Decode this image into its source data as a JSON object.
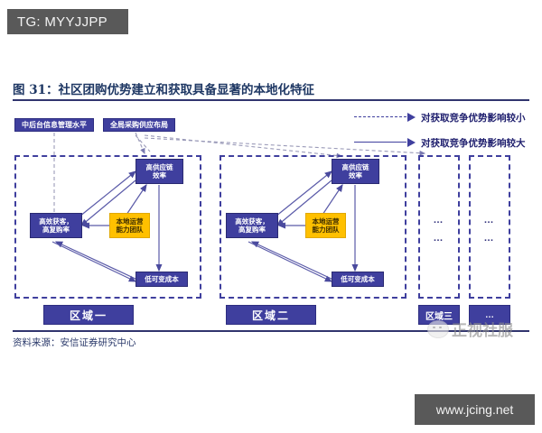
{
  "overlay": {
    "tg_badge": "TG: MYYJJPP",
    "url_badge": "www.jcing.net"
  },
  "figure": {
    "title": "图 31：社区团购优势建立和获取具备显著的本地化特征",
    "source": "资料来源：安信证券研究中心"
  },
  "legend": {
    "items": [
      {
        "style": "dashed",
        "label": "对获取竞争优势影响较小"
      },
      {
        "style": "solid",
        "label": "对获取竞争优势影响较大"
      }
    ]
  },
  "top_boxes": [
    {
      "label": "中后台信息管理水平"
    },
    {
      "label": "全局采购供应布局"
    }
  ],
  "regions": [
    {
      "label": "区域一",
      "nodes": {
        "supply": "高供应链\n效率",
        "supply_line1": "高供应链",
        "supply_line2": "效率",
        "acquire_line1": "高效获客，",
        "acquire_line2": "高复购率",
        "team_line1": "本地运营",
        "team_line2": "能力团队",
        "cost": "低可变成本"
      }
    },
    {
      "label": "区域二",
      "nodes": {
        "supply_line1": "高供应链",
        "supply_line2": "效率",
        "acquire_line1": "高效获客，",
        "acquire_line2": "高复购率",
        "team_line1": "本地运营",
        "team_line2": "能力团队",
        "cost": "低可变成本"
      }
    },
    {
      "label": "区域三",
      "placeholder_1": "…",
      "placeholder_2": "…"
    },
    {
      "label": "…",
      "placeholder_1": "…",
      "placeholder_2": "…"
    }
  ],
  "watermark": {
    "text": "正视社服"
  },
  "colors": {
    "node_blue": "#3f3f9e",
    "node_yellow": "#ffc000",
    "frame_dash": "#3f3f9e",
    "title_blue": "#1f3864",
    "badge_gray": "#595959"
  }
}
